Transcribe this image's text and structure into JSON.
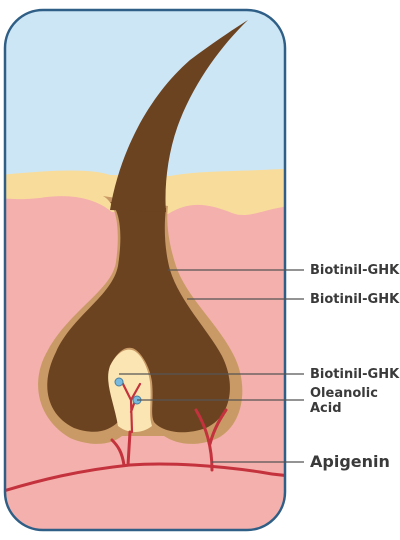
{
  "labels": {
    "biotinil_1": "Biotinil-GHK",
    "biotinil_2": "Biotinil-GHK",
    "biotinil_3": "Biotinil-GHK",
    "oleanolic_line1": "Oleanolic",
    "oleanolic_line2": "Acid",
    "apigenin": "Apigenin"
  },
  "colors": {
    "sky": "#cde6f5",
    "epidermis": "#f8dc9c",
    "dermis": "#f4b0ac",
    "hair": "#6b4321",
    "hair_rim": "#c99a66",
    "papilla": "#fbe5b2",
    "blood_vessel": "#c4323d",
    "frame": "#2f5f86",
    "leader_line": "#555555",
    "dot": "#78b9dd"
  }
}
